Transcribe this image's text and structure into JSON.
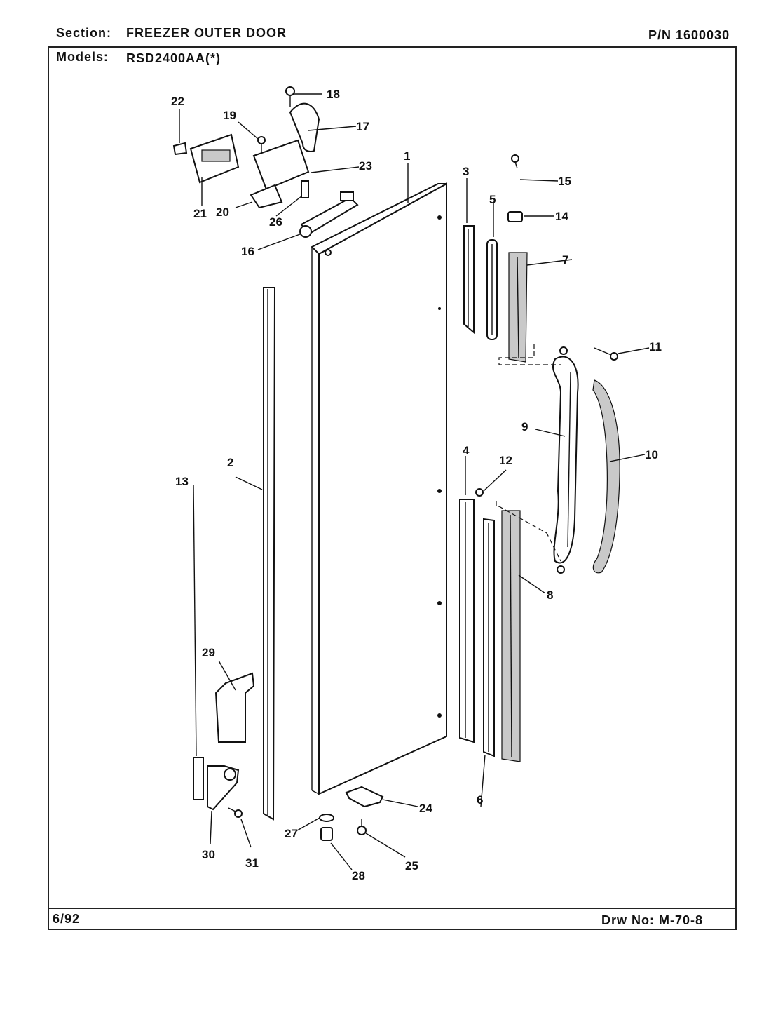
{
  "header": {
    "section_label": "Section:",
    "section_value": "FREEZER OUTER DOOR",
    "part_number": "P/N 1600030",
    "models_label": "Models:",
    "models_value": "RSD2400AA(*)"
  },
  "footer": {
    "date": "6/92",
    "drawing_number": "Drw No: M-70-8"
  },
  "callouts": [
    "1",
    "2",
    "3",
    "4",
    "5",
    "6",
    "7",
    "8",
    "9",
    "10",
    "11",
    "12",
    "13",
    "14",
    "15",
    "16",
    "17",
    "18",
    "19",
    "20",
    "21",
    "22",
    "23",
    "24",
    "25",
    "26",
    "27",
    "28",
    "29",
    "30",
    "31"
  ]
}
